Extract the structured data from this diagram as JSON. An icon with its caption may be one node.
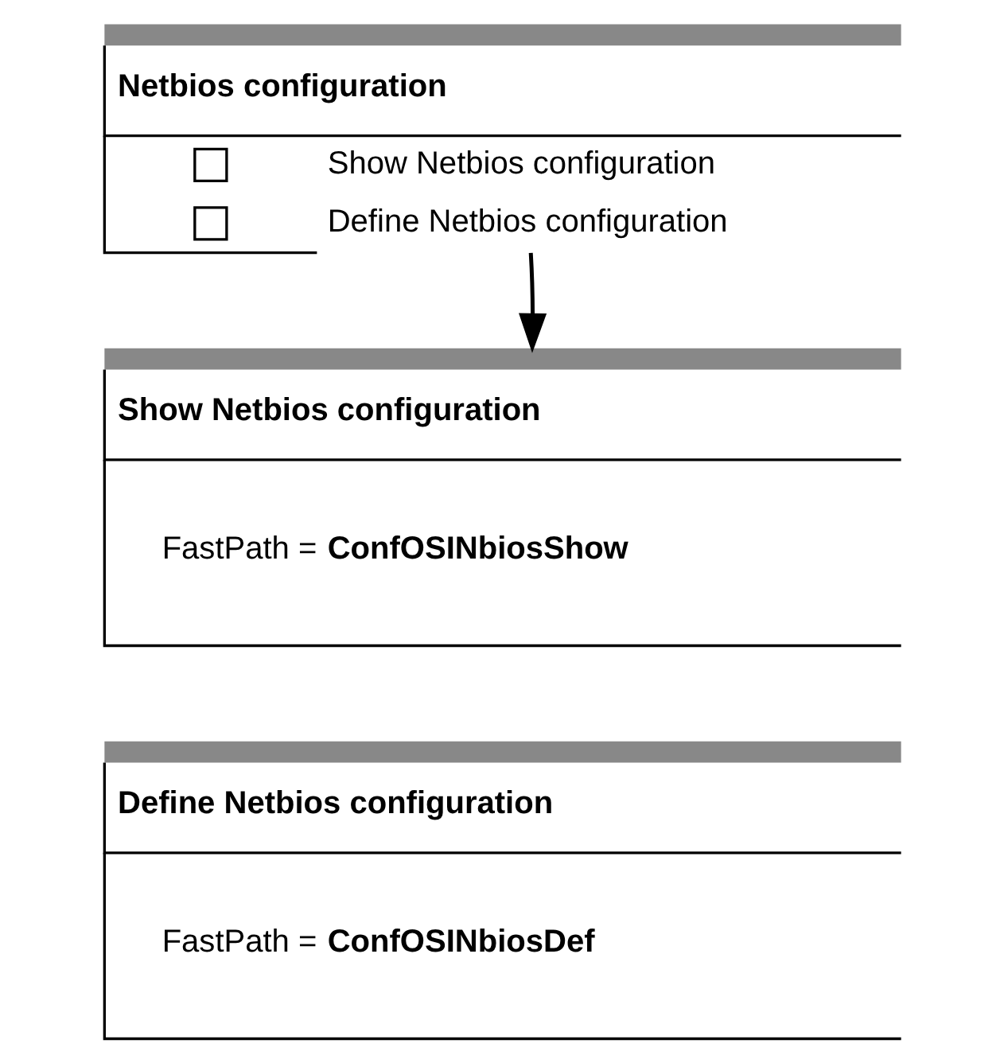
{
  "diagram": {
    "nodes": [
      {
        "text": [
          "Netbios configuration",
          "Show Netbios configuration",
          "Define Netbios configuration"
        ]
      },
      {
        "text": [
          "Show Netbios configuration",
          "FastPath = **ConfOSINbiosShow**"
        ]
      },
      {
        "text": [
          "Define Netbios configuration",
          "FastPath = **ConfOSINbiosDef**"
        ]
      }
    ],
    "edges": [
      {
        "from": 0,
        "to": 1,
        "arrow": "to"
      }
    ]
  }
}
